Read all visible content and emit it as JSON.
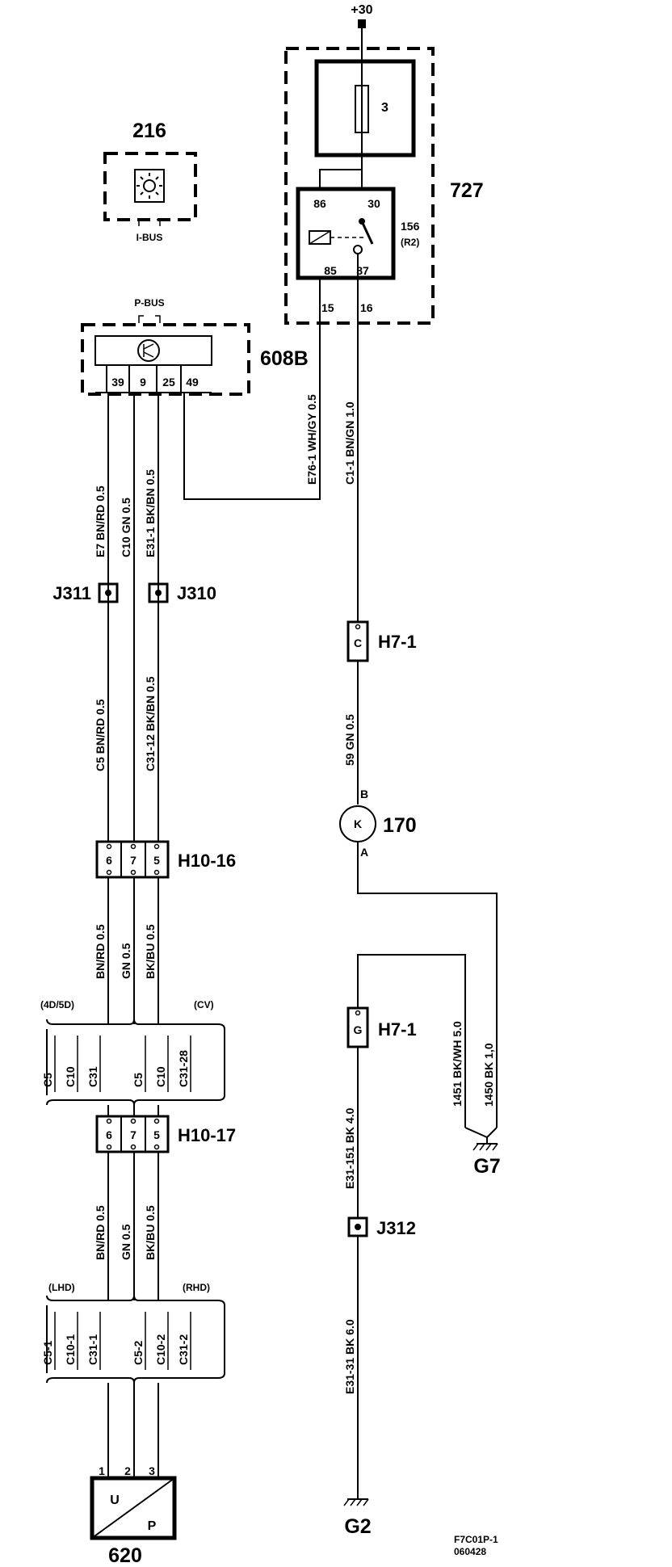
{
  "power": {
    "label": "+30"
  },
  "components": {
    "c727": {
      "id": "727",
      "fuse_label": "3",
      "relay_id": "156",
      "relay_sub": "(R2)",
      "pin86": "86",
      "pin30": "30",
      "pin85": "85",
      "pin87": "87",
      "pin15": "15",
      "pin16": "16"
    },
    "c216": {
      "id": "216",
      "bus": "I-BUS"
    },
    "c608b": {
      "id": "608B",
      "bus": "P-BUS",
      "pins": [
        "39",
        "9",
        "25",
        "49"
      ]
    },
    "c170": {
      "id": "170",
      "symbol": "K",
      "pin_b": "B",
      "pin_a": "A"
    },
    "c620": {
      "id": "620",
      "u": "U",
      "p": "P",
      "pins": [
        "1",
        "2",
        "3"
      ]
    }
  },
  "splices": {
    "j311": "J311",
    "j310": "J310",
    "j312": "J312"
  },
  "connectors": {
    "h7_1_c": {
      "id": "H7-1",
      "pin": "C"
    },
    "h7_1_g": {
      "id": "H7-1",
      "pin": "G"
    },
    "h10_16": {
      "id": "H10-16",
      "pins": [
        "6",
        "7",
        "5"
      ]
    },
    "h10_17": {
      "id": "H10-17",
      "pins": [
        "6",
        "7",
        "5"
      ]
    }
  },
  "wires": {
    "e76_1": "E76-1 WH/GY  0.5",
    "c1_1": "C1-1 BN/GN  1.0",
    "e7": "E7 BN/RD 0.5",
    "c10": "C10  GN  0.5",
    "e31_1": "E31-1  BK/BN  0.5",
    "c5": "C5  BN/RD 0.5",
    "c31_12": "C31-12 BK/BN  0.5",
    "w59": "59  GN  0.5",
    "bnrd_a": "BN/RD 0.5",
    "gn_a": "GN  0.5",
    "bkbu_a": "BK/BU  0.5",
    "bnrd_b": "BN/RD 0.5",
    "gn_b": "GN  0.5",
    "bkbu_b": "BK/BU  0.5",
    "w1451": "1451 BK/WH 5.0",
    "w1450": "1450  BK  1,0",
    "e31_151": "E31-151  BK   4.0",
    "e31_31": "E31-31 BK 6.0"
  },
  "variants": {
    "v1": {
      "left": "(4D/5D)",
      "right": "(CV)",
      "codes": [
        "C5",
        "C10",
        "C31",
        "C5",
        "C10",
        "C31-28"
      ]
    },
    "v2": {
      "left": "(LHD)",
      "right": "(RHD)",
      "codes": [
        "C5-1",
        "C10-1",
        "C31-1",
        "C5-2",
        "C10-2",
        "C31-2"
      ]
    }
  },
  "grounds": {
    "g7": "G7",
    "g2": "G2"
  },
  "footer": {
    "code": "F7C01P-1",
    "date": "060428"
  }
}
